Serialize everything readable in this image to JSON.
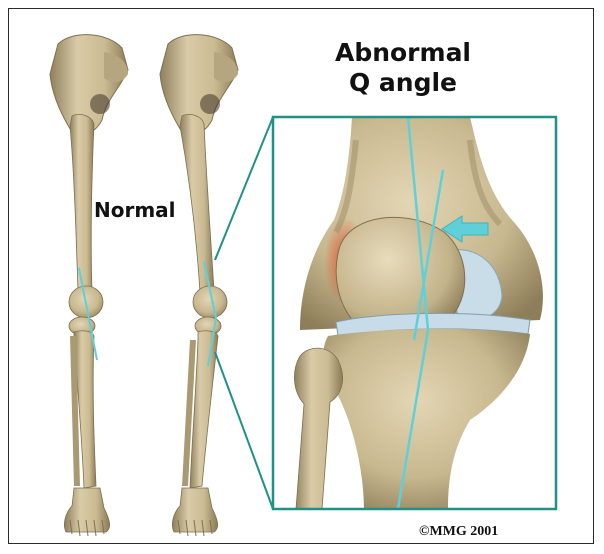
{
  "title_lines": [
    "Abnormal",
    "Q angle"
  ],
  "normal_label": "Normal",
  "copyright": "©MMG 2001",
  "colors": {
    "bone": "#cfc09a",
    "bone_shadow": "#9b8c66",
    "line": "#5fd0d8",
    "frame": "#1f9187",
    "irritation": "#e3542a",
    "cartilage": "#c9dde8"
  }
}
